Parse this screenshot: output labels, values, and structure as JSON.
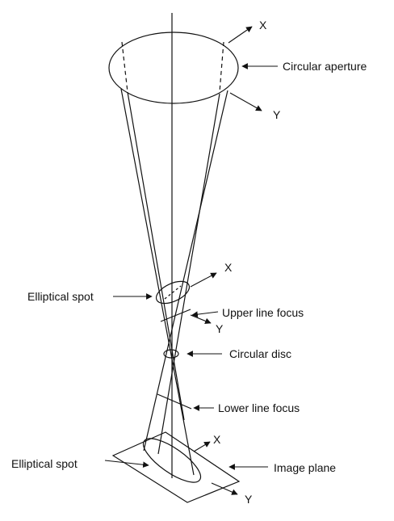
{
  "labels": {
    "circular_aperture": "Circular aperture",
    "elliptical_spot_upper": "Elliptical spot",
    "upper_line_focus": "Upper line focus",
    "circular_disc": "Circular disc",
    "lower_line_focus": "Lower line focus",
    "elliptical_spot_lower": "Elliptical spot",
    "image_plane": "Image plane"
  },
  "axes": {
    "top_x": "X",
    "top_y": "Y",
    "mid_x": "X",
    "mid_y": "Y",
    "bottom_x": "X",
    "bottom_y": "Y"
  }
}
